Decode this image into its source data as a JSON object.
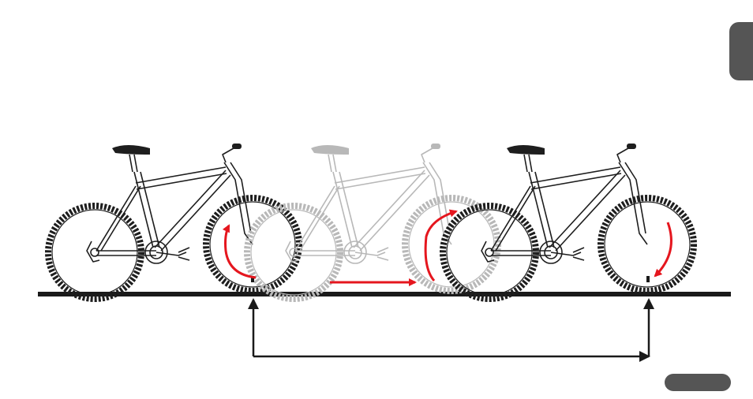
{
  "colors": {
    "ink": "#1a1a1a",
    "tab": "#555555",
    "pill": "#555555",
    "arrow": "#e5161e",
    "ghost": "#b8b8b8",
    "tire": "#1e1e1e",
    "tire_dots": "#9a9a9a"
  },
  "bikes": [
    {
      "name": "bike-start",
      "faded": false
    },
    {
      "name": "bike-moving",
      "faded": true
    },
    {
      "name": "bike-end",
      "faded": false
    }
  ],
  "icons": [
    "side-tab",
    "page-pill"
  ]
}
